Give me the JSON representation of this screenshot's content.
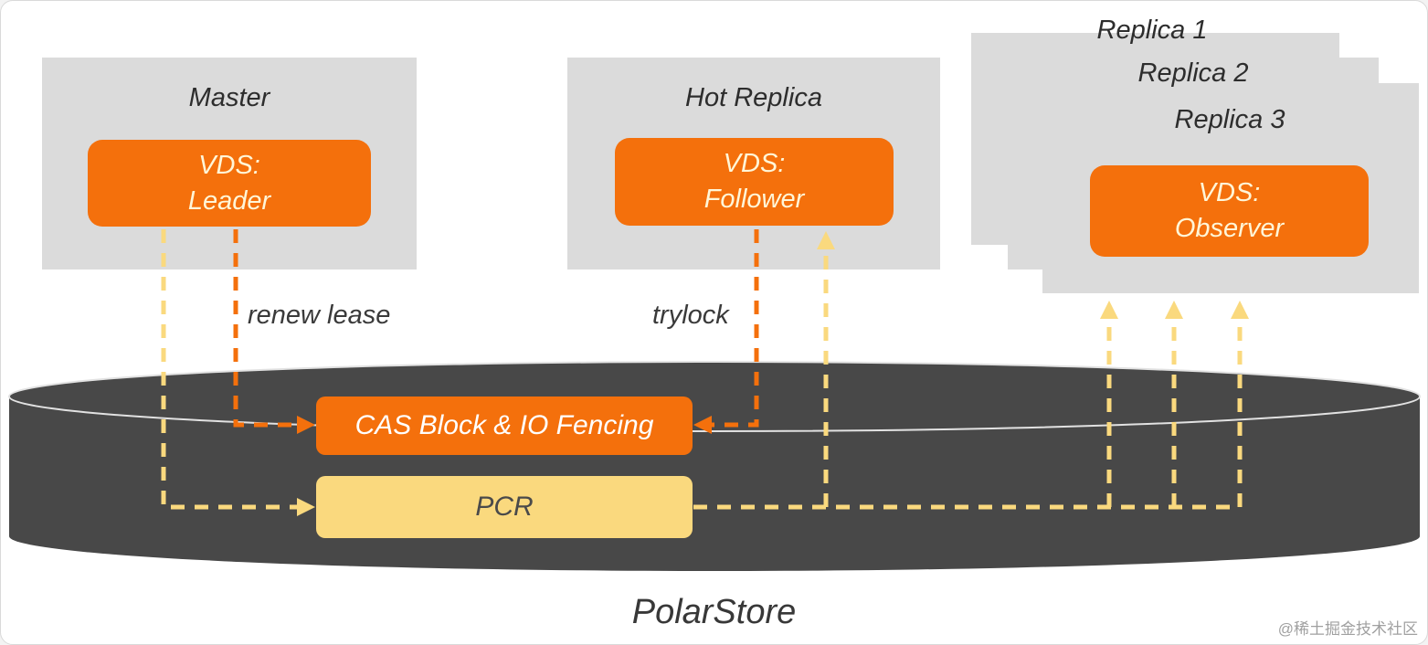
{
  "nodes": {
    "master": {
      "title": "Master",
      "vds_line1": "VDS:",
      "vds_line2": "Leader"
    },
    "hot_replica": {
      "title": "Hot Replica",
      "vds_line1": "VDS:",
      "vds_line2": "Follower"
    },
    "replica_1": {
      "title": "Replica 1"
    },
    "replica_2": {
      "title": "Replica 2"
    },
    "replica_3": {
      "title": "Replica 3",
      "vds_line1": "VDS:",
      "vds_line2": "Observer"
    }
  },
  "storage": {
    "cas_block_label": "CAS Block & IO Fencing",
    "pcr_label": "PCR",
    "store_label": "PolarStore"
  },
  "edge_labels": {
    "renew_lease": "renew lease",
    "trylock": "trylock"
  },
  "colors": {
    "orange": "#F4700C",
    "yellow": "#FAD97E",
    "node_gray": "#DBDBDB",
    "cylinder_dark": "#484848",
    "cylinder_rim": "#E2E2E2"
  },
  "watermark": "@稀土掘金技术社区"
}
